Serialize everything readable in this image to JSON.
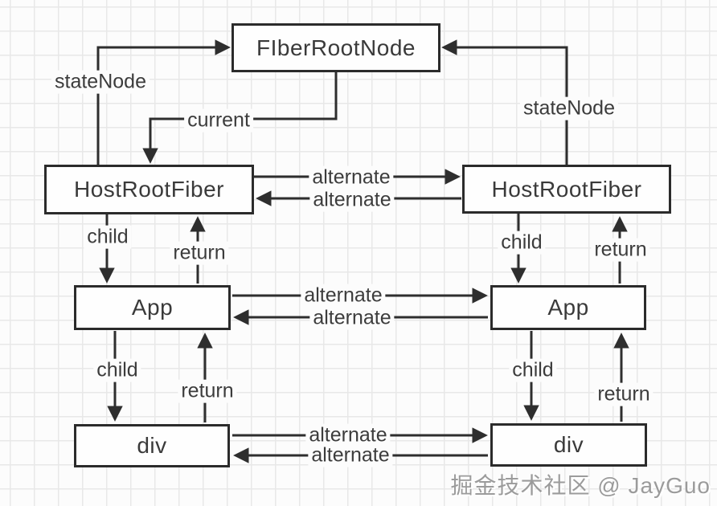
{
  "diagram": {
    "description": "React Fiber double-buffer tree structure diagram",
    "nodes": {
      "fiberRootNode": {
        "label": "FIberRootNode"
      },
      "hostRootFiberLeft": {
        "label": "HostRootFiber"
      },
      "hostRootFiberRight": {
        "label": "HostRootFiber"
      },
      "appLeft": {
        "label": "App"
      },
      "appRight": {
        "label": "App"
      },
      "divLeft": {
        "label": "div"
      },
      "divRight": {
        "label": "div"
      }
    },
    "edges": [
      {
        "label": "stateNode",
        "from": "hostRootFiberLeft",
        "to": "fiberRootNode"
      },
      {
        "label": "current",
        "from": "fiberRootNode",
        "to": "hostRootFiberLeft"
      },
      {
        "label": "stateNode",
        "from": "hostRootFiberRight",
        "to": "fiberRootNode"
      },
      {
        "label": "alternate",
        "from": "hostRootFiberLeft",
        "to": "hostRootFiberRight"
      },
      {
        "label": "alternate",
        "from": "hostRootFiberRight",
        "to": "hostRootFiberLeft"
      },
      {
        "label": "child",
        "from": "hostRootFiberLeft",
        "to": "appLeft"
      },
      {
        "label": "return",
        "from": "appLeft",
        "to": "hostRootFiberLeft"
      },
      {
        "label": "child",
        "from": "hostRootFiberRight",
        "to": "appRight"
      },
      {
        "label": "return",
        "from": "appRight",
        "to": "hostRootFiberRight"
      },
      {
        "label": "alternate",
        "from": "appLeft",
        "to": "appRight"
      },
      {
        "label": "alternate",
        "from": "appRight",
        "to": "appLeft"
      },
      {
        "label": "child",
        "from": "appLeft",
        "to": "divLeft"
      },
      {
        "label": "return",
        "from": "divLeft",
        "to": "appLeft"
      },
      {
        "label": "child",
        "from": "appRight",
        "to": "divRight"
      },
      {
        "label": "return",
        "from": "divRight",
        "to": "appRight"
      },
      {
        "label": "alternate",
        "from": "divLeft",
        "to": "divRight"
      },
      {
        "label": "alternate",
        "from": "divRight",
        "to": "divLeft"
      }
    ]
  },
  "watermark": {
    "text": "掘金技术社区 @ JayGuo"
  },
  "colors": {
    "line": "#2e2e2e",
    "node_border": "#2b2b2b",
    "node_fill": "#fefefe",
    "text": "#3a3a3a",
    "grid_line": "#e8e8e8",
    "background": "#fcfcfc",
    "watermark": "#9b9b9b"
  }
}
